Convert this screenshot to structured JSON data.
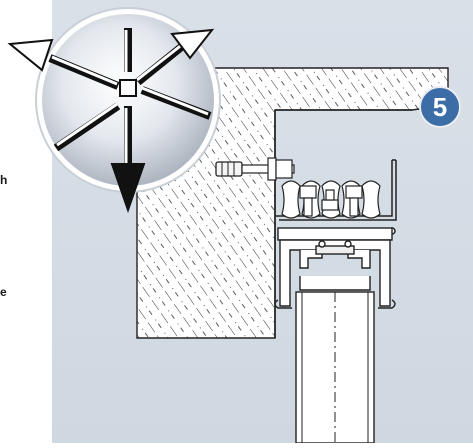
{
  "figure": {
    "step_number": "5",
    "edge_text": [
      "h",
      "e"
    ],
    "icon": "six-direction-arrows-icon",
    "colors": {
      "background_panel": "#d5dde5",
      "wall_fill": "#ffffff",
      "badge": "#3d6da6",
      "arrow_fill": "#ffffff",
      "arrow_stroke": "#111111"
    }
  }
}
